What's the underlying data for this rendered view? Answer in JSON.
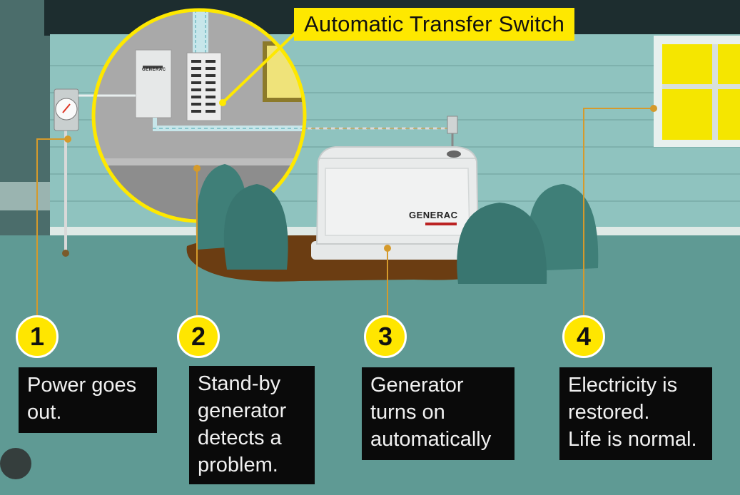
{
  "callout": {
    "label": "Automatic Transfer Switch"
  },
  "generator": {
    "brand": "GENERAC"
  },
  "panel": {
    "brand": "GENERAC"
  },
  "steps": [
    {
      "number": "1",
      "text": "Power goes\nout."
    },
    {
      "number": "2",
      "text": "Stand-by\ngenerator\ndetects a\nproblem."
    },
    {
      "number": "3",
      "text": "Generator\nturns on\nautomatically"
    },
    {
      "number": "4",
      "text": "Electricity is\nrestored.\nLife is normal."
    }
  ],
  "colors": {
    "accent": "#fee800",
    "label_bg": "#0a0a0a",
    "wall": "#8fc3bf",
    "ground": "#5f9a94"
  }
}
